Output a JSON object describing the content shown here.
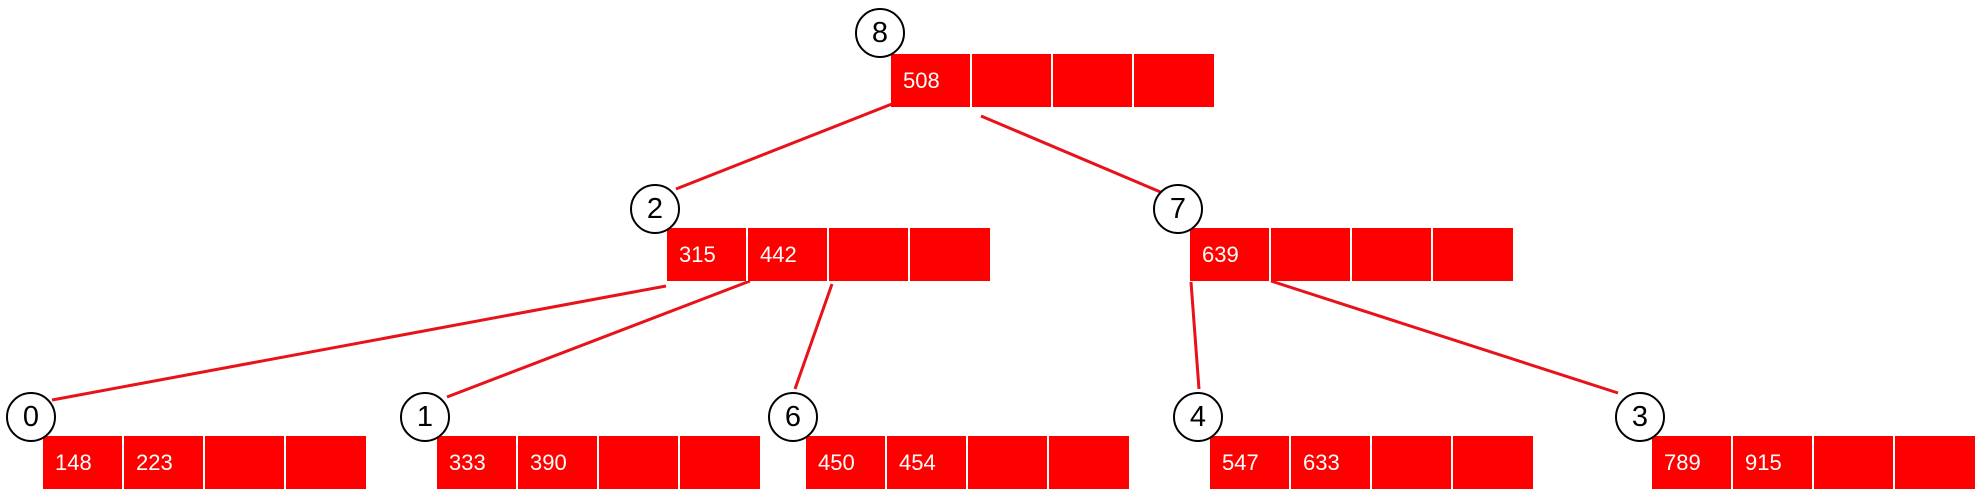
{
  "colors": {
    "key_fill": "#ff0000",
    "edge": "#e8121a",
    "node_border": "#000000",
    "key_text": "#ffffff"
  },
  "nodes": {
    "n8": {
      "id": "8",
      "keys": [
        "508",
        "",
        "",
        ""
      ]
    },
    "n2": {
      "id": "2",
      "keys": [
        "315",
        "442",
        "",
        ""
      ]
    },
    "n7": {
      "id": "7",
      "keys": [
        "639",
        "",
        "",
        ""
      ]
    },
    "n0": {
      "id": "0",
      "keys": [
        "148",
        "223",
        "",
        ""
      ]
    },
    "n1": {
      "id": "1",
      "keys": [
        "333",
        "390",
        "",
        ""
      ]
    },
    "n6": {
      "id": "6",
      "keys": [
        "450",
        "454",
        "",
        ""
      ]
    },
    "n4": {
      "id": "4",
      "keys": [
        "547",
        "633",
        "",
        ""
      ]
    },
    "n3": {
      "id": "3",
      "keys": [
        "789",
        "915",
        "",
        ""
      ]
    }
  },
  "edges": [
    {
      "from": "8",
      "to": "2"
    },
    {
      "from": "8",
      "to": "7"
    },
    {
      "from": "2",
      "to": "0"
    },
    {
      "from": "2",
      "to": "1"
    },
    {
      "from": "2",
      "to": "6"
    },
    {
      "from": "7",
      "to": "4"
    },
    {
      "from": "7",
      "to": "3"
    }
  ]
}
